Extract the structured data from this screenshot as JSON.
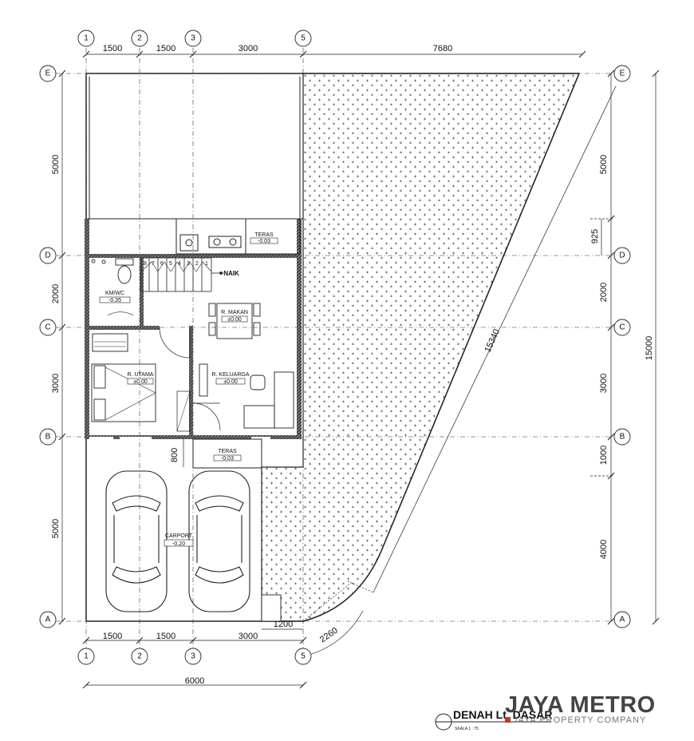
{
  "plan": {
    "grid_cols_top": [
      "1",
      "2",
      "3",
      "5"
    ],
    "grid_cols_bottom": [
      "1",
      "2",
      "3",
      "5"
    ],
    "grid_rows_left": [
      "E",
      "D",
      "C",
      "B",
      "A"
    ],
    "grid_rows_right": [
      "E",
      "D",
      "C",
      "B",
      "A"
    ],
    "dims_top": [
      "1500",
      "1500",
      "3000",
      "7680"
    ],
    "dims_bottom": [
      "1500",
      "1500",
      "3000"
    ],
    "dim_total_bottom": "6000",
    "dim_1200": "1200",
    "dim_2260": "2260",
    "dims_left": [
      "5000",
      "2000",
      "3000",
      "800",
      "5000"
    ],
    "dims_right": [
      "5000",
      "925",
      "2000",
      "3000",
      "1000",
      "4000"
    ],
    "dim_total_right": "15000",
    "dim_diagonal": "15340",
    "stair_label": "NAIK",
    "stair_steps": [
      "8",
      "7",
      "6",
      "5",
      "4",
      "3",
      "2",
      "1"
    ],
    "rooms": {
      "teras_rear": {
        "name": "TERAS",
        "level": "-0.03"
      },
      "kmwc": {
        "name": "KM/WC",
        "level": "-0.35"
      },
      "makan": {
        "name": "R. MAKAN",
        "level": "±0.00"
      },
      "utama": {
        "name": "R. UTAMA",
        "level": "±0.00"
      },
      "keluarga": {
        "name": "R. KELUARGA",
        "level": "±0.00"
      },
      "teras_front": {
        "name": "TERAS",
        "level": "-0.03"
      },
      "carport": {
        "name": "CARPORT",
        "level": "-0.20"
      }
    },
    "title": "DENAH Lt. DASAR",
    "scale": "SKALA 1 : 75"
  },
  "brand": {
    "name": "JAYA METRO",
    "sub": "JAYA PROPERTY COMPANY"
  }
}
